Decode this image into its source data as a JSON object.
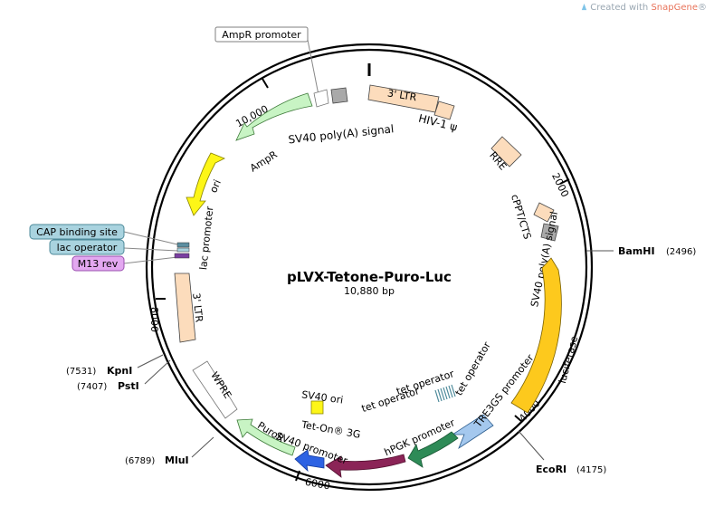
{
  "brand": {
    "prefix": "Created with ",
    "name": "SnapGene",
    "suffix": "®"
  },
  "plasmid": {
    "name": "pLVX-Tetone-Puro-Luc",
    "size_label": "10,880 bp",
    "length": 10880
  },
  "tick_labels": [
    "2000",
    "4000",
    "6000",
    "8000",
    "10,000"
  ],
  "sites": [
    {
      "name": "BamHI",
      "position": "(2496)"
    },
    {
      "name": "EcoRI",
      "position": "(4175)"
    },
    {
      "name": "MluI",
      "position": "(6789)"
    },
    {
      "name": "PstI",
      "position": "(7407)"
    },
    {
      "name": "KpnI",
      "position": "(7531)"
    }
  ],
  "callouts": [
    {
      "label": "AmpR promoter",
      "color": "#ffffff",
      "border": "#7f7f7f"
    },
    {
      "label": "CAP binding site",
      "color": "#a9d3df",
      "border": "#4d8a9a"
    },
    {
      "label": "lac operator",
      "color": "#a9d3df",
      "border": "#4d8a9a"
    },
    {
      "label": "M13 rev",
      "color": "#e3a8f0",
      "border": "#9b4fb0"
    }
  ],
  "features": [
    {
      "label": "3' LTR",
      "color": "#fcdcbc"
    },
    {
      "label": "HIV-1 ψ",
      "color": "#fcdcbc"
    },
    {
      "label": "RRE",
      "color": "#fcdcbc"
    },
    {
      "label": "cPPT/CTS",
      "color": "#fcdcbc"
    },
    {
      "label": "SV40 poly(A) signal",
      "color": "#a9a9a9"
    },
    {
      "label": "luciferase",
      "color": "#fdc91d"
    },
    {
      "label": "TRE3GS promoter",
      "color": "#a4c8ee"
    },
    {
      "label": "hPGK promoter",
      "color": "#2e8b57"
    },
    {
      "label": "Tet-On® 3G",
      "color": "#8b2457"
    },
    {
      "label": "SV40 promoter",
      "color": "#2d62e3"
    },
    {
      "label": "PuroR",
      "color": "#c8f4c4"
    },
    {
      "label": "WPRE",
      "color": "#ffffff"
    },
    {
      "label": "3' LTR",
      "color": "#fcdcbc"
    },
    {
      "label": "lac promoter",
      "color": "#ffffff"
    },
    {
      "label": "ori",
      "color": "#fdf617"
    },
    {
      "label": "AmpR",
      "color": "#c8f4c4"
    },
    {
      "label": "SV40 poly(A) signal",
      "color": "#a9a9a9"
    },
    {
      "label": "SV40 ori",
      "color": "#fdf617"
    },
    {
      "label": "tet operator",
      "color": "#a9d3df"
    },
    {
      "label": "tet operator",
      "color": "#a9d3df"
    },
    {
      "label": "tet operator",
      "color": "#a9d3df"
    }
  ]
}
